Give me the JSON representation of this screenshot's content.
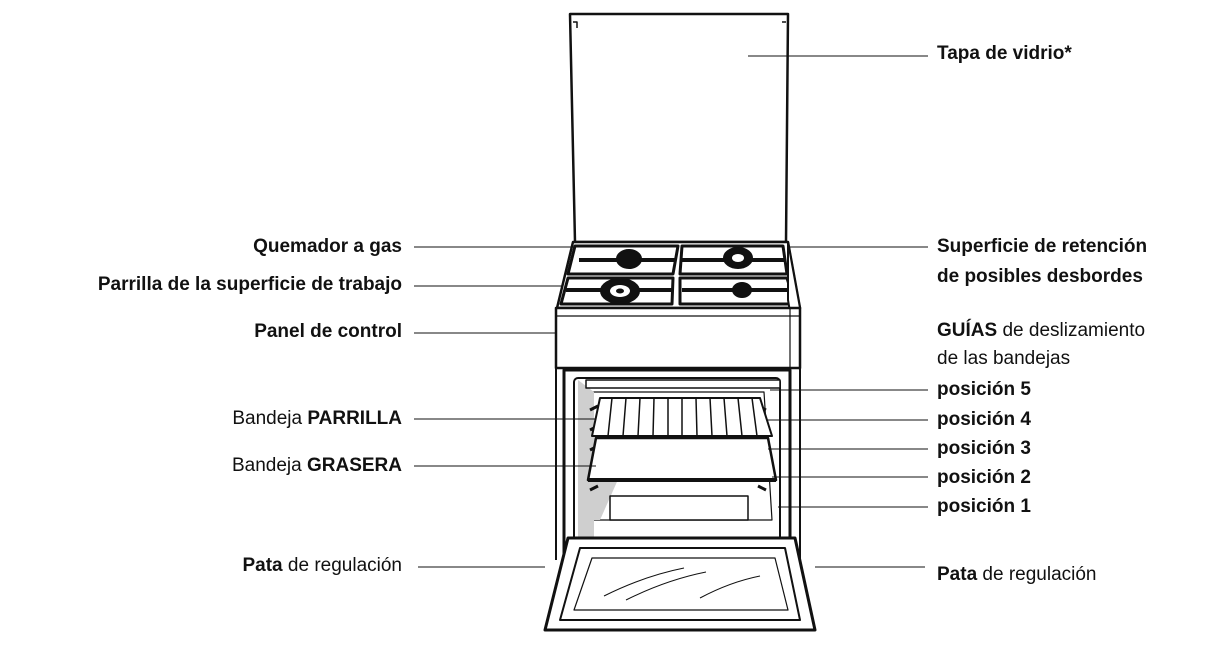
{
  "labels": {
    "tapa": "Tapa de vidrio*",
    "quemador": "Quemador a gas",
    "parrilla_superficie": "Parrilla de la superficie de trabajo",
    "panel": "Panel de control",
    "bandeja_parrilla_pre": "Bandeja",
    "bandeja_parrilla_bold": "PARRILLA",
    "bandeja_grasera_pre": "Bandeja",
    "bandeja_grasera_bold": "GRASERA",
    "pata_left_bold": "Pata",
    "pata_left_rest": " de regulación",
    "superficie_line1": "Superficie de retención",
    "superficie_line2": "de posibles desbordes",
    "guias_bold": "GUÍAS",
    "guias_rest1": " de deslizamiento",
    "guias_line2": "de las bandejas",
    "posicion5": "posición 5",
    "posicion4": "posición 4",
    "posicion3": "posición 3",
    "posicion2": "posición 2",
    "posicion1": "posición 1",
    "pata_right_bold": "Pata",
    "pata_right_rest": " de regulación"
  },
  "colors": {
    "ink": "#111111",
    "background": "#ffffff",
    "shade": "#cfcfcf"
  }
}
